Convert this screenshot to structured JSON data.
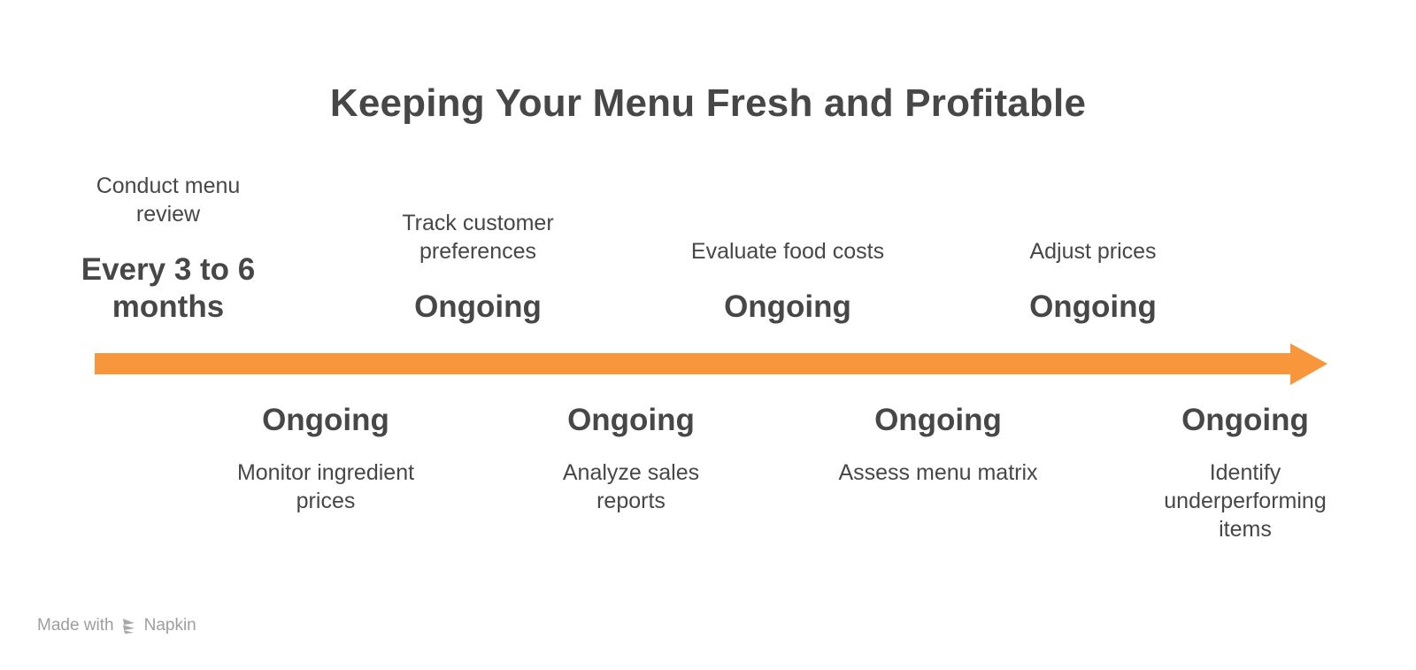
{
  "title": "Keeping Your Menu Fresh and Profitable",
  "colors": {
    "arrow": "#F7963A",
    "text": "#474747",
    "watermark": "#9E9E9E"
  },
  "events_above": [
    {
      "description": "Conduct menu review",
      "timing": "Every 3 to 6 months"
    },
    {
      "description": "Track customer preferences",
      "timing": "Ongoing"
    },
    {
      "description": "Evaluate food costs",
      "timing": "Ongoing"
    },
    {
      "description": "Adjust prices",
      "timing": "Ongoing"
    }
  ],
  "events_below": [
    {
      "timing": "Ongoing",
      "description": "Monitor ingredient prices"
    },
    {
      "timing": "Ongoing",
      "description": "Analyze sales reports"
    },
    {
      "timing": "Ongoing",
      "description": "Assess menu matrix"
    },
    {
      "timing": "Ongoing",
      "description": "Identify underperforming items"
    }
  ],
  "watermark": {
    "prefix": "Made with",
    "brand": "Napkin",
    "icon": "napkin-logo-icon"
  }
}
